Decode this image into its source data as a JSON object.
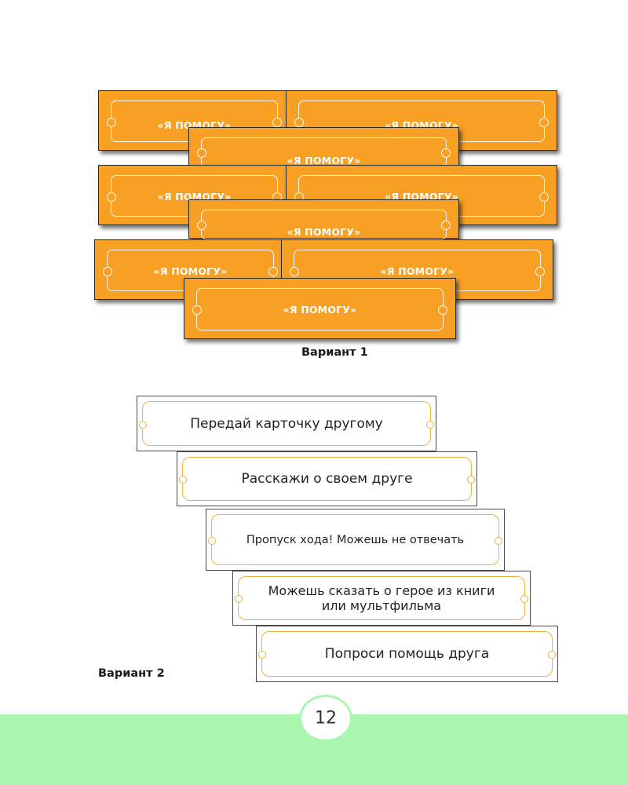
{
  "variant1": {
    "card_label": "«Я ПОМОГУ»",
    "caption": "Вариант 1"
  },
  "variant2": {
    "caption": "Вариант 2",
    "cards": [
      "Передай карточку другому",
      "Расскажи о своем друге",
      "Пропуск хода! Можешь не отвечать",
      "Можешь сказать о герое из книги или мультфильма",
      "Попроси помощь друга"
    ]
  },
  "footer": {
    "page_number": "12"
  },
  "colors": {
    "orange_card": "#f7a024",
    "footer_green": "#aaf5b0",
    "frame_gold": "#f0b23d"
  }
}
